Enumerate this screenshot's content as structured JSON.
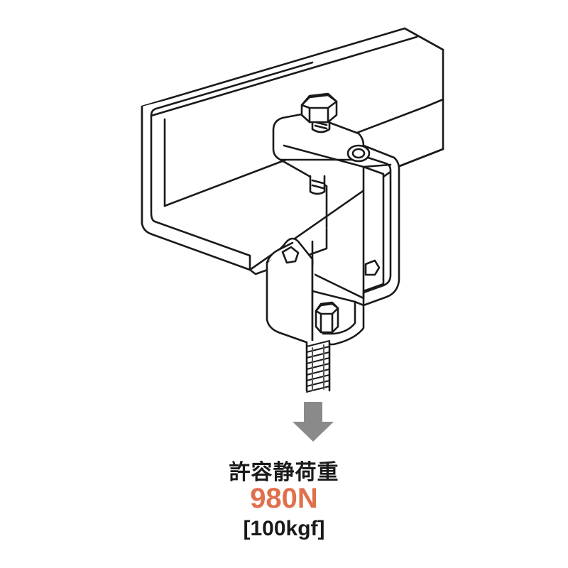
{
  "label": {
    "title": "許容静荷重",
    "value": "980N",
    "unit": "[100kgf]"
  },
  "colors": {
    "value_text": "#e0704c",
    "arrow": "#8a8a8a",
    "line": "#1a1a1a",
    "fill": "#ffffff"
  },
  "icons": {
    "load_arrow": "down-arrow-icon"
  }
}
